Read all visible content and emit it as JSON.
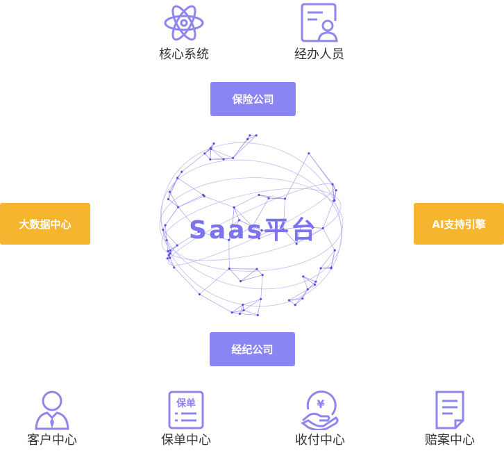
{
  "top": [
    {
      "label": "核心系统",
      "icon": "atom-icon"
    },
    {
      "label": "经办人员",
      "icon": "id-card-icon"
    }
  ],
  "upper_box": "保险公司",
  "lower_box": "经纪公司",
  "left_box": "大数据中心",
  "right_box": "AI支持引擎",
  "center_title": "Saas平台",
  "bottom": [
    {
      "label": "客户中心",
      "icon": "customer-icon"
    },
    {
      "label": "保单中心",
      "icon": "policy-icon",
      "icon_text": "保单"
    },
    {
      "label": "收付中心",
      "icon": "payment-icon",
      "icon_text": "¥"
    },
    {
      "label": "赔案中心",
      "icon": "claim-document-icon"
    }
  ],
  "colors": {
    "accent_purple": "#8a85f3",
    "accent_yellow": "#f6b52e",
    "icon_purple": "#8f85ee",
    "title_purple": "#7b73ef"
  }
}
